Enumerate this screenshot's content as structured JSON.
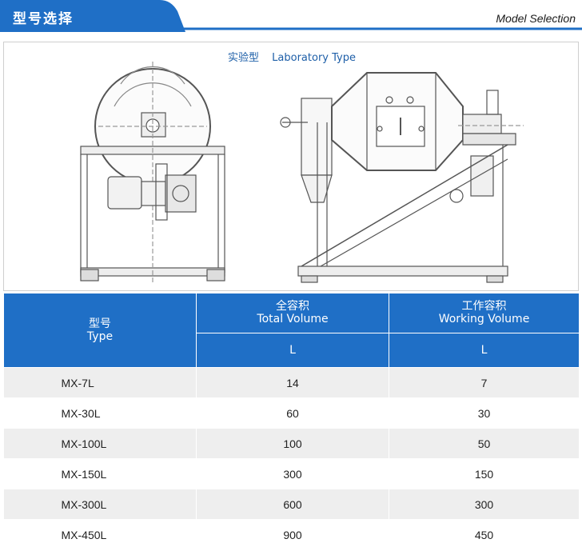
{
  "header": {
    "title_cn": "型号选择",
    "title_en": "Model Selection",
    "accent_color": "#1f6fc6"
  },
  "drawing": {
    "caption_cn": "实验型",
    "caption_en": "Laboratory Type"
  },
  "table": {
    "headers": {
      "model_cn": "型号",
      "model_en": "Type",
      "total_cn": "全容积",
      "total_en": "Total Volume",
      "working_cn": "工作容积",
      "working_en": "Working Volume",
      "total_unit": "L",
      "working_unit": "L"
    },
    "rows": [
      {
        "model": "MX-7L",
        "total": "14",
        "working": "7"
      },
      {
        "model": "MX-30L",
        "total": "60",
        "working": "30"
      },
      {
        "model": "MX-100L",
        "total": "100",
        "working": "50"
      },
      {
        "model": "MX-150L",
        "total": "300",
        "working": "150"
      },
      {
        "model": "MX-300L",
        "total": "600",
        "working": "300"
      },
      {
        "model": "MX-450L",
        "total": "900",
        "working": "450"
      }
    ]
  }
}
